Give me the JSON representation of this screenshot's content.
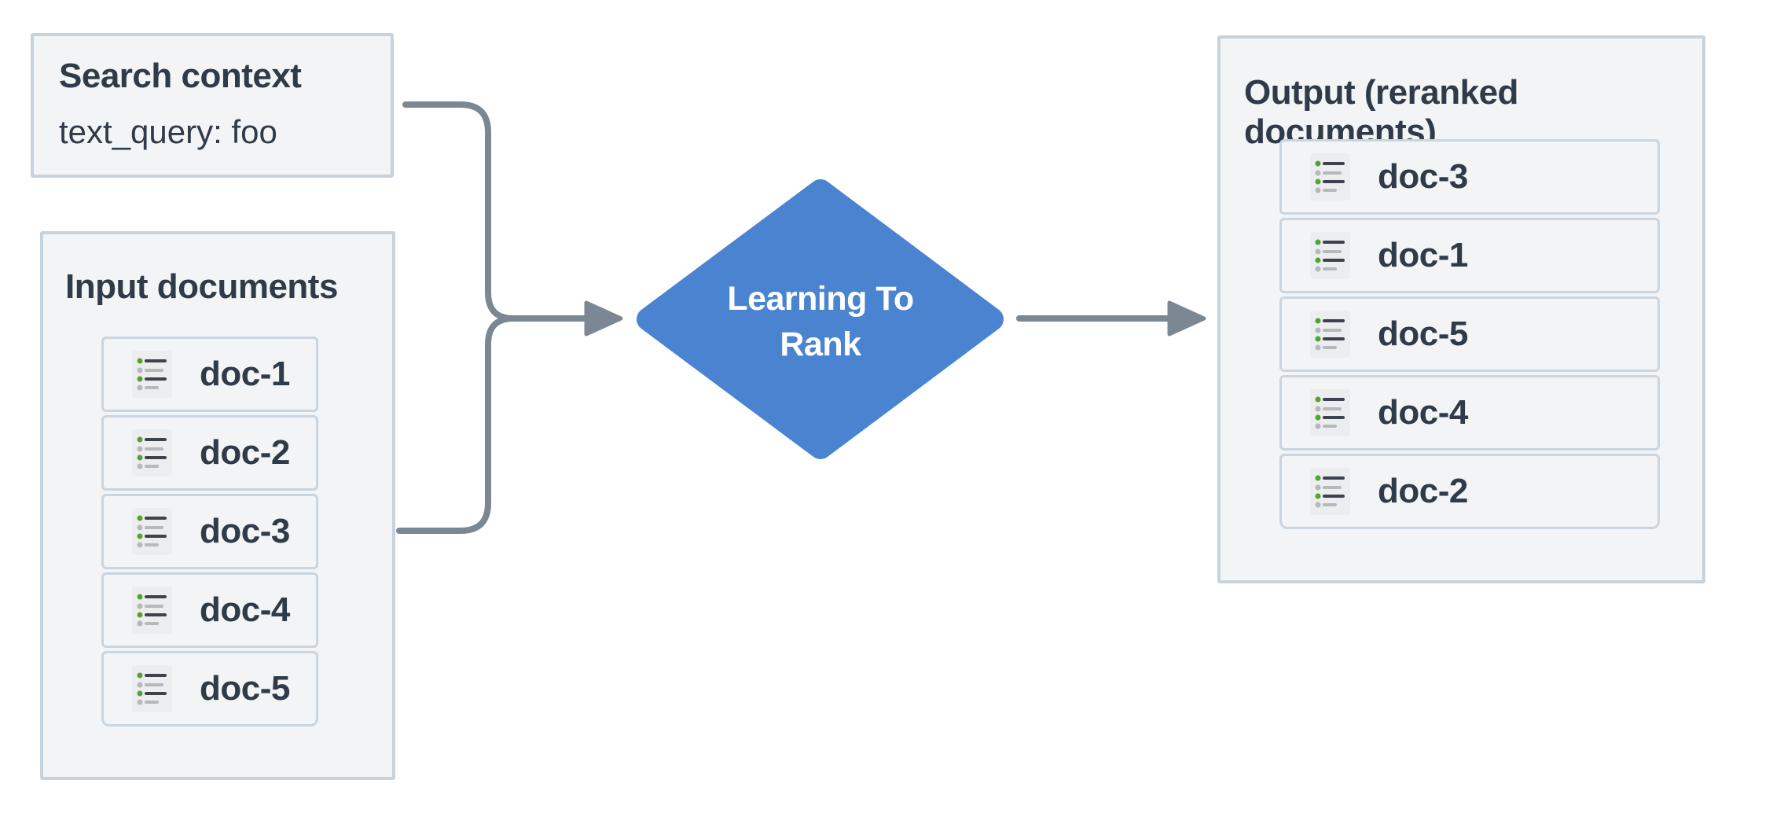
{
  "diagram": {
    "search_context": {
      "title": "Search context",
      "body": "text_query: foo"
    },
    "input_documents": {
      "title": "Input documents",
      "docs": [
        "doc-1",
        "doc-2",
        "doc-3",
        "doc-4",
        "doc-5"
      ]
    },
    "ltr_node": {
      "label_lines": [
        "Learning To",
        "Rank"
      ]
    },
    "output_documents": {
      "title": "Output (reranked documents)",
      "docs": [
        "doc-3",
        "doc-1",
        "doc-5",
        "doc-4",
        "doc-2"
      ]
    },
    "colors": {
      "node_blue": "#4a84d1",
      "arrow_gray": "#7c8794",
      "box_bg": "#f2f4f6",
      "box_border": "#c7d2db",
      "row_border": "#c9d5df",
      "text_dark": "#2f3b48",
      "icon_bg": "#ebedee",
      "icon_green": "#54a233",
      "icon_gray": "#b5b9bd",
      "icon_line_dark": "#3d434c"
    }
  }
}
